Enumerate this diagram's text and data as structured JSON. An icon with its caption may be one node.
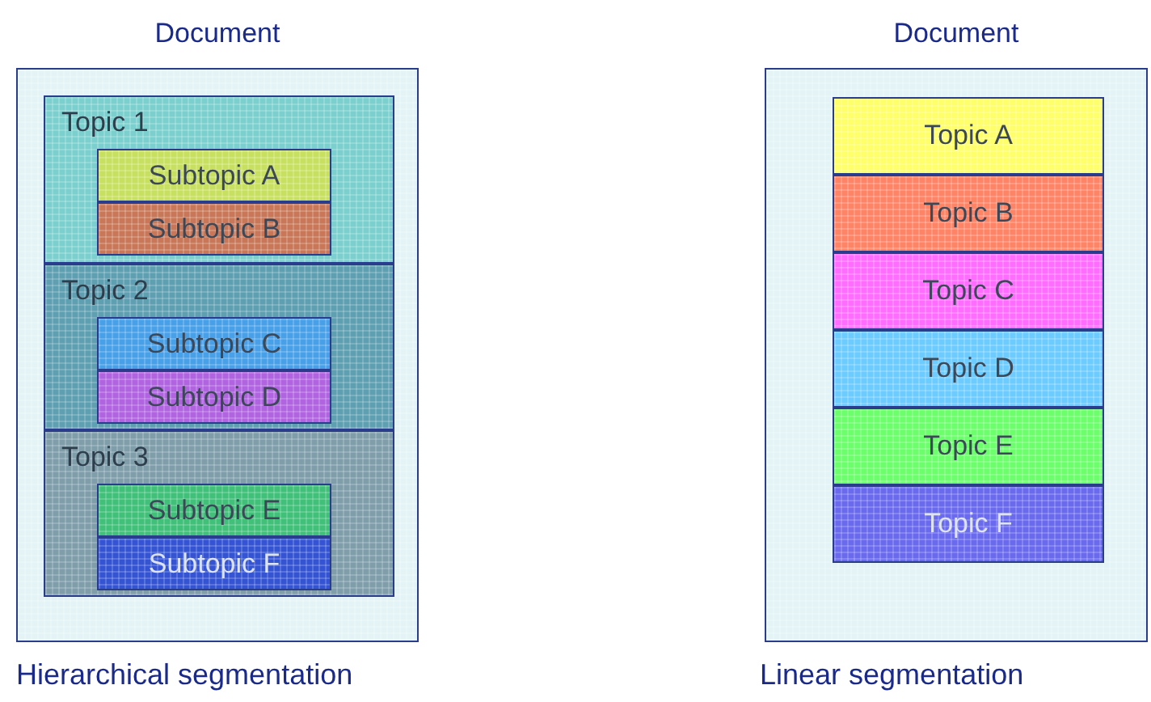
{
  "diagram": {
    "nodes": [
      {
        "text": [
          "Document"
        ]
      },
      {
        "text": [
          "Topic 1"
        ],
        "in": 0
      },
      {
        "text": [
          "Subtopic A"
        ],
        "in": 1
      },
      {
        "text": [
          "Subtopic B"
        ],
        "in": 1
      },
      {
        "text": [
          "Topic 2"
        ],
        "in": 0
      },
      {
        "text": [
          "Subtopic C"
        ],
        "in": 4
      },
      {
        "text": [
          "Subtopic D"
        ],
        "in": 4
      },
      {
        "text": [
          "Topic 3"
        ],
        "in": 0
      },
      {
        "text": [
          "Subtopic E"
        ],
        "in": 7
      },
      {
        "text": [
          "Subtopic F"
        ],
        "in": 7
      },
      {
        "text": [
          "Document"
        ]
      },
      {
        "text": [
          "Topic A"
        ],
        "in": 10
      },
      {
        "text": [
          "Topic B"
        ],
        "in": 10
      },
      {
        "text": [
          "Topic C"
        ],
        "in": 10
      },
      {
        "text": [
          "Topic D"
        ],
        "in": 10
      },
      {
        "text": [
          "Topic E"
        ],
        "in": 10
      },
      {
        "text": [
          "Topic F"
        ],
        "in": 10
      }
    ],
    "labels": [
      "Hierarchical segmentation",
      "Linear segmentation"
    ]
  }
}
